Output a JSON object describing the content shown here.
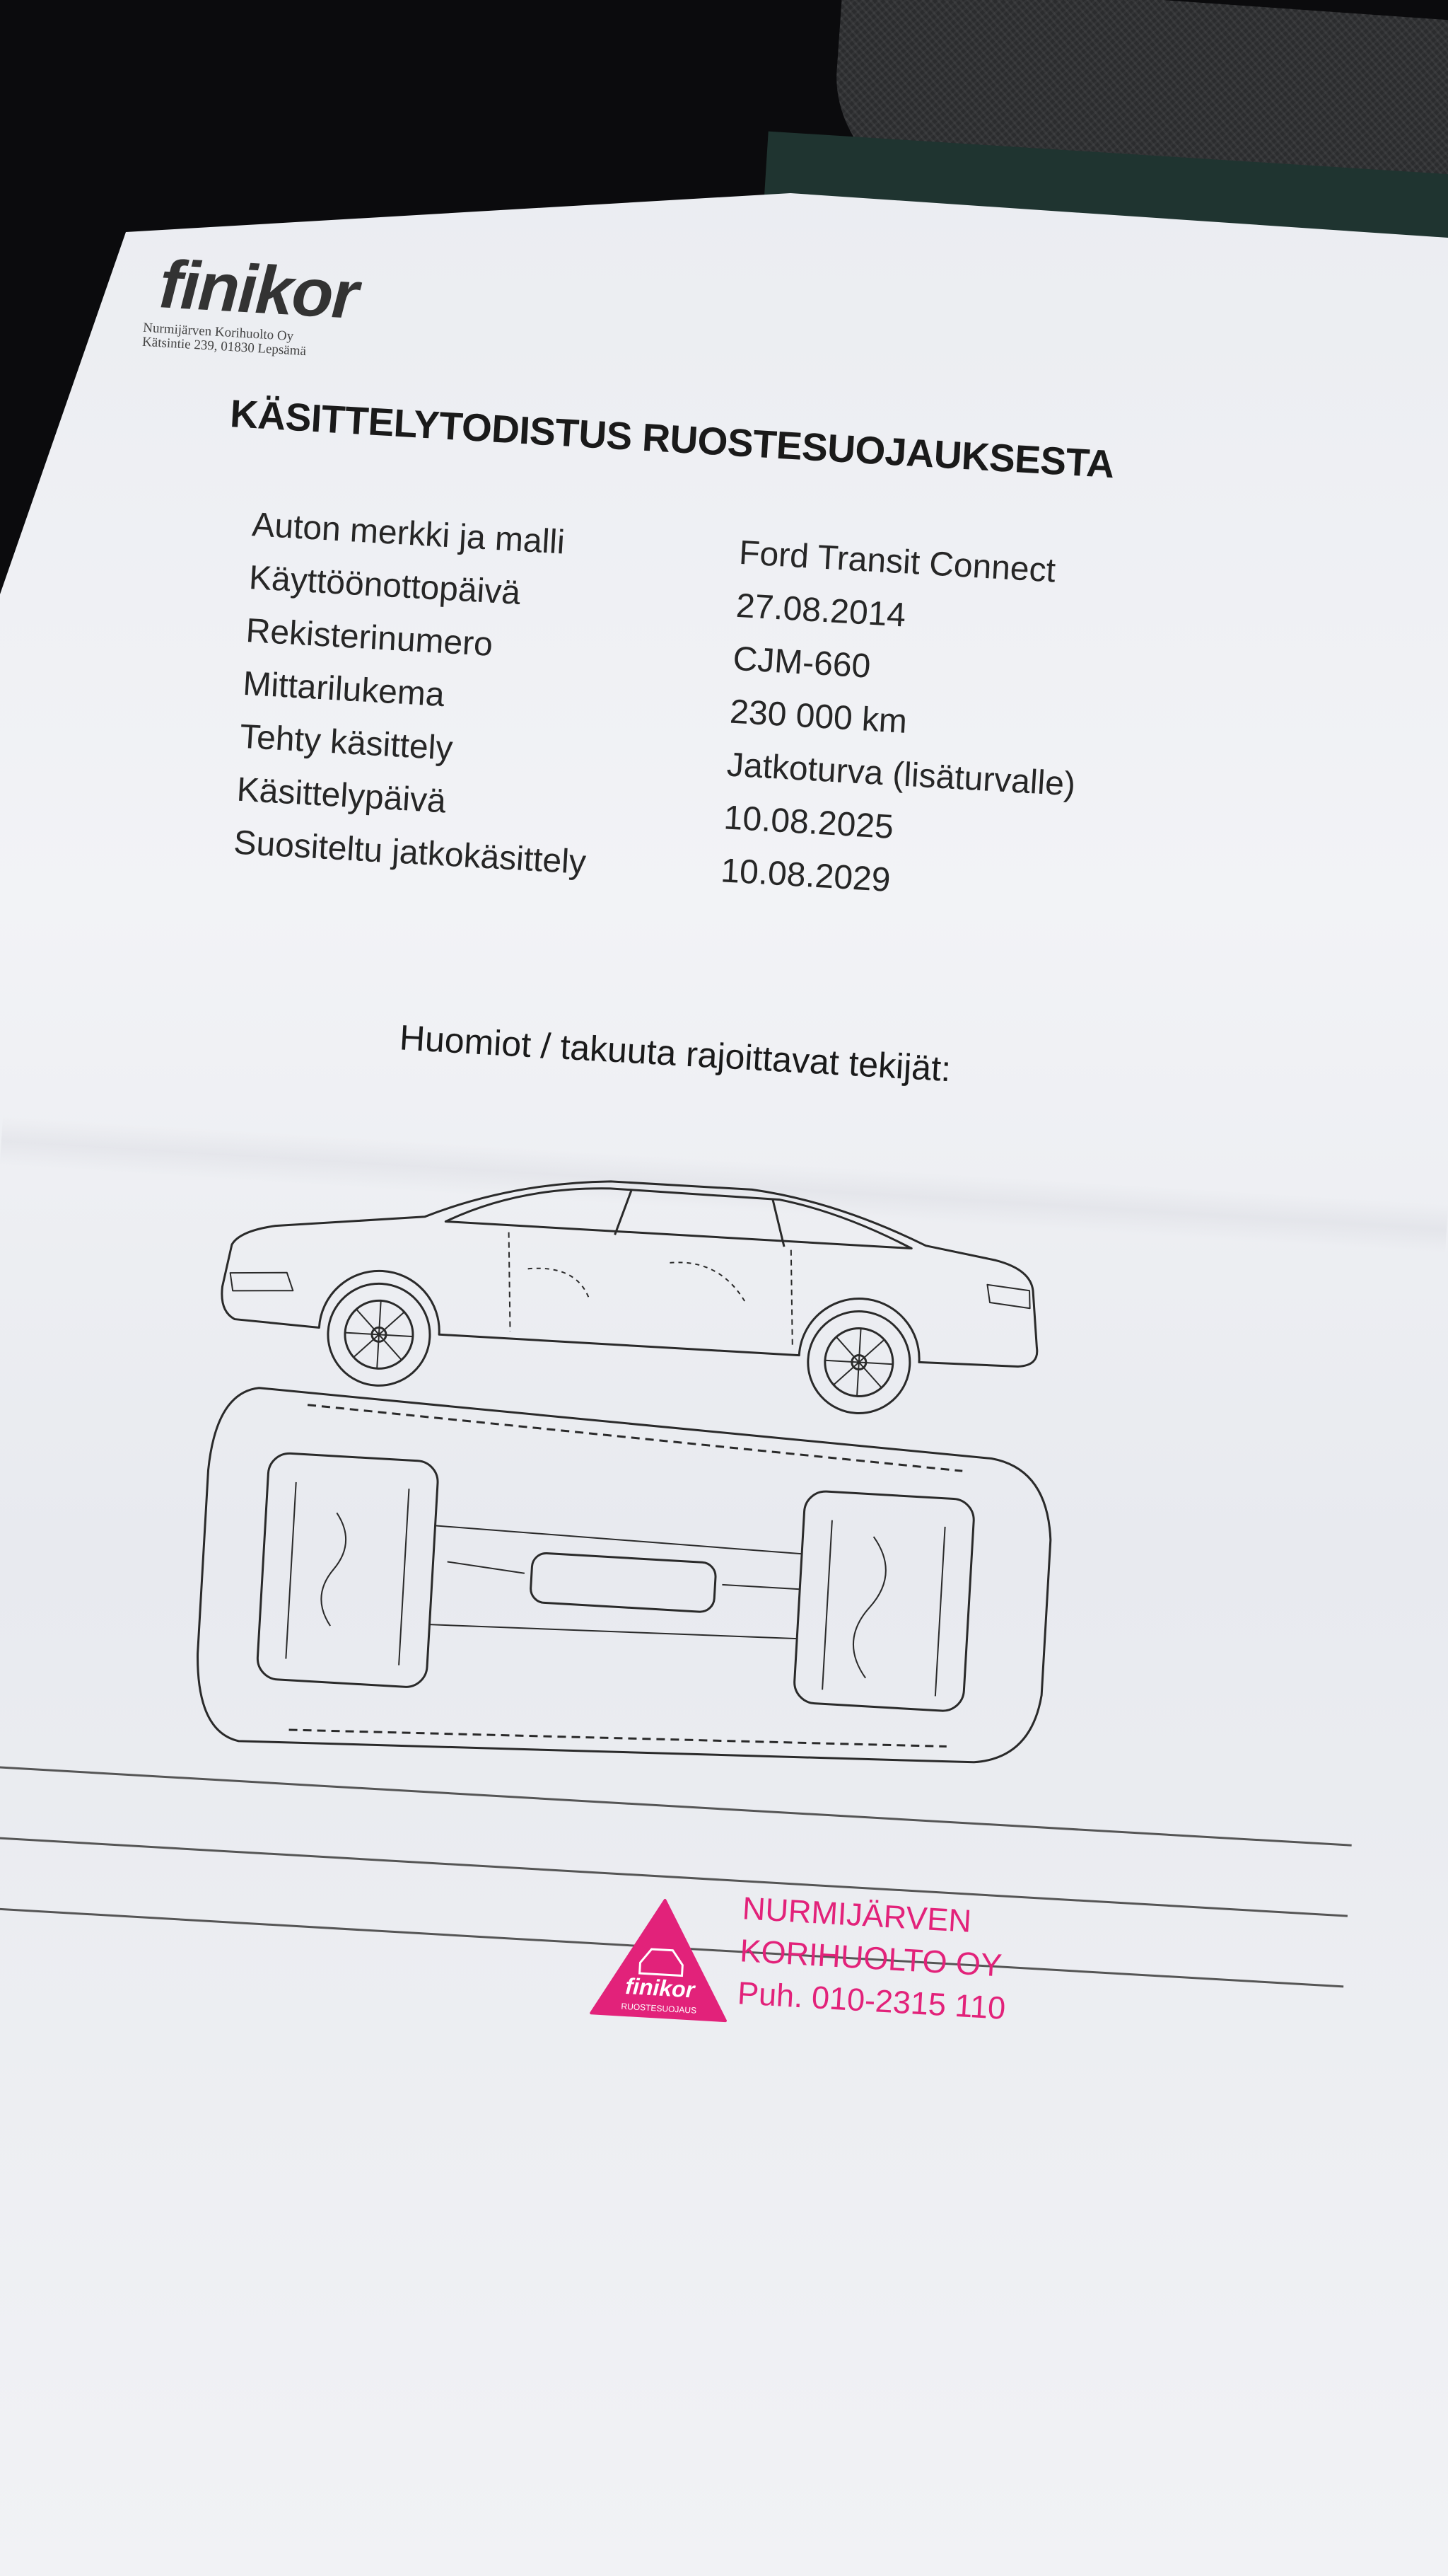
{
  "header": {
    "brand": "finikor",
    "address_line1": "Nurmijärven Korihuolto Oy",
    "address_line2": "Kätsintie 239, 01830 Lepsämä"
  },
  "title": "KÄSITTELYTODISTUS RUOSTESUOJAUKSESTA",
  "fields": [
    {
      "label": "Auton merkki ja malli",
      "value": "Ford Transit Connect"
    },
    {
      "label": "Käyttöönottopäivä",
      "value": "27.08.2014"
    },
    {
      "label": "Rekisterinumero",
      "value": "CJM-660"
    },
    {
      "label": "Mittarilukema",
      "value": "230 000 km"
    },
    {
      "label": "Tehty käsittely",
      "value": "Jatkoturva (lisäturvalle)"
    },
    {
      "label": "Käsittelypäivä",
      "value": "10.08.2025"
    },
    {
      "label": "Suositeltu jatkokäsittely",
      "value": "10.08.2029"
    }
  ],
  "notes_heading": "Huomiot / takuuta rajoittavat tekijät:",
  "stamp": {
    "badge_text": "finikor",
    "badge_subtext": "RUOSTESUOJAUS",
    "line1": "NURMIJÄRVEN",
    "line2": "KORIHUOLTO OY",
    "line3": "Puh. 010-2315 110",
    "color": "#e2227a"
  },
  "colors": {
    "paper": "#eef0f4",
    "ink": "#1a1a1a",
    "background": "#0b0b0d"
  }
}
